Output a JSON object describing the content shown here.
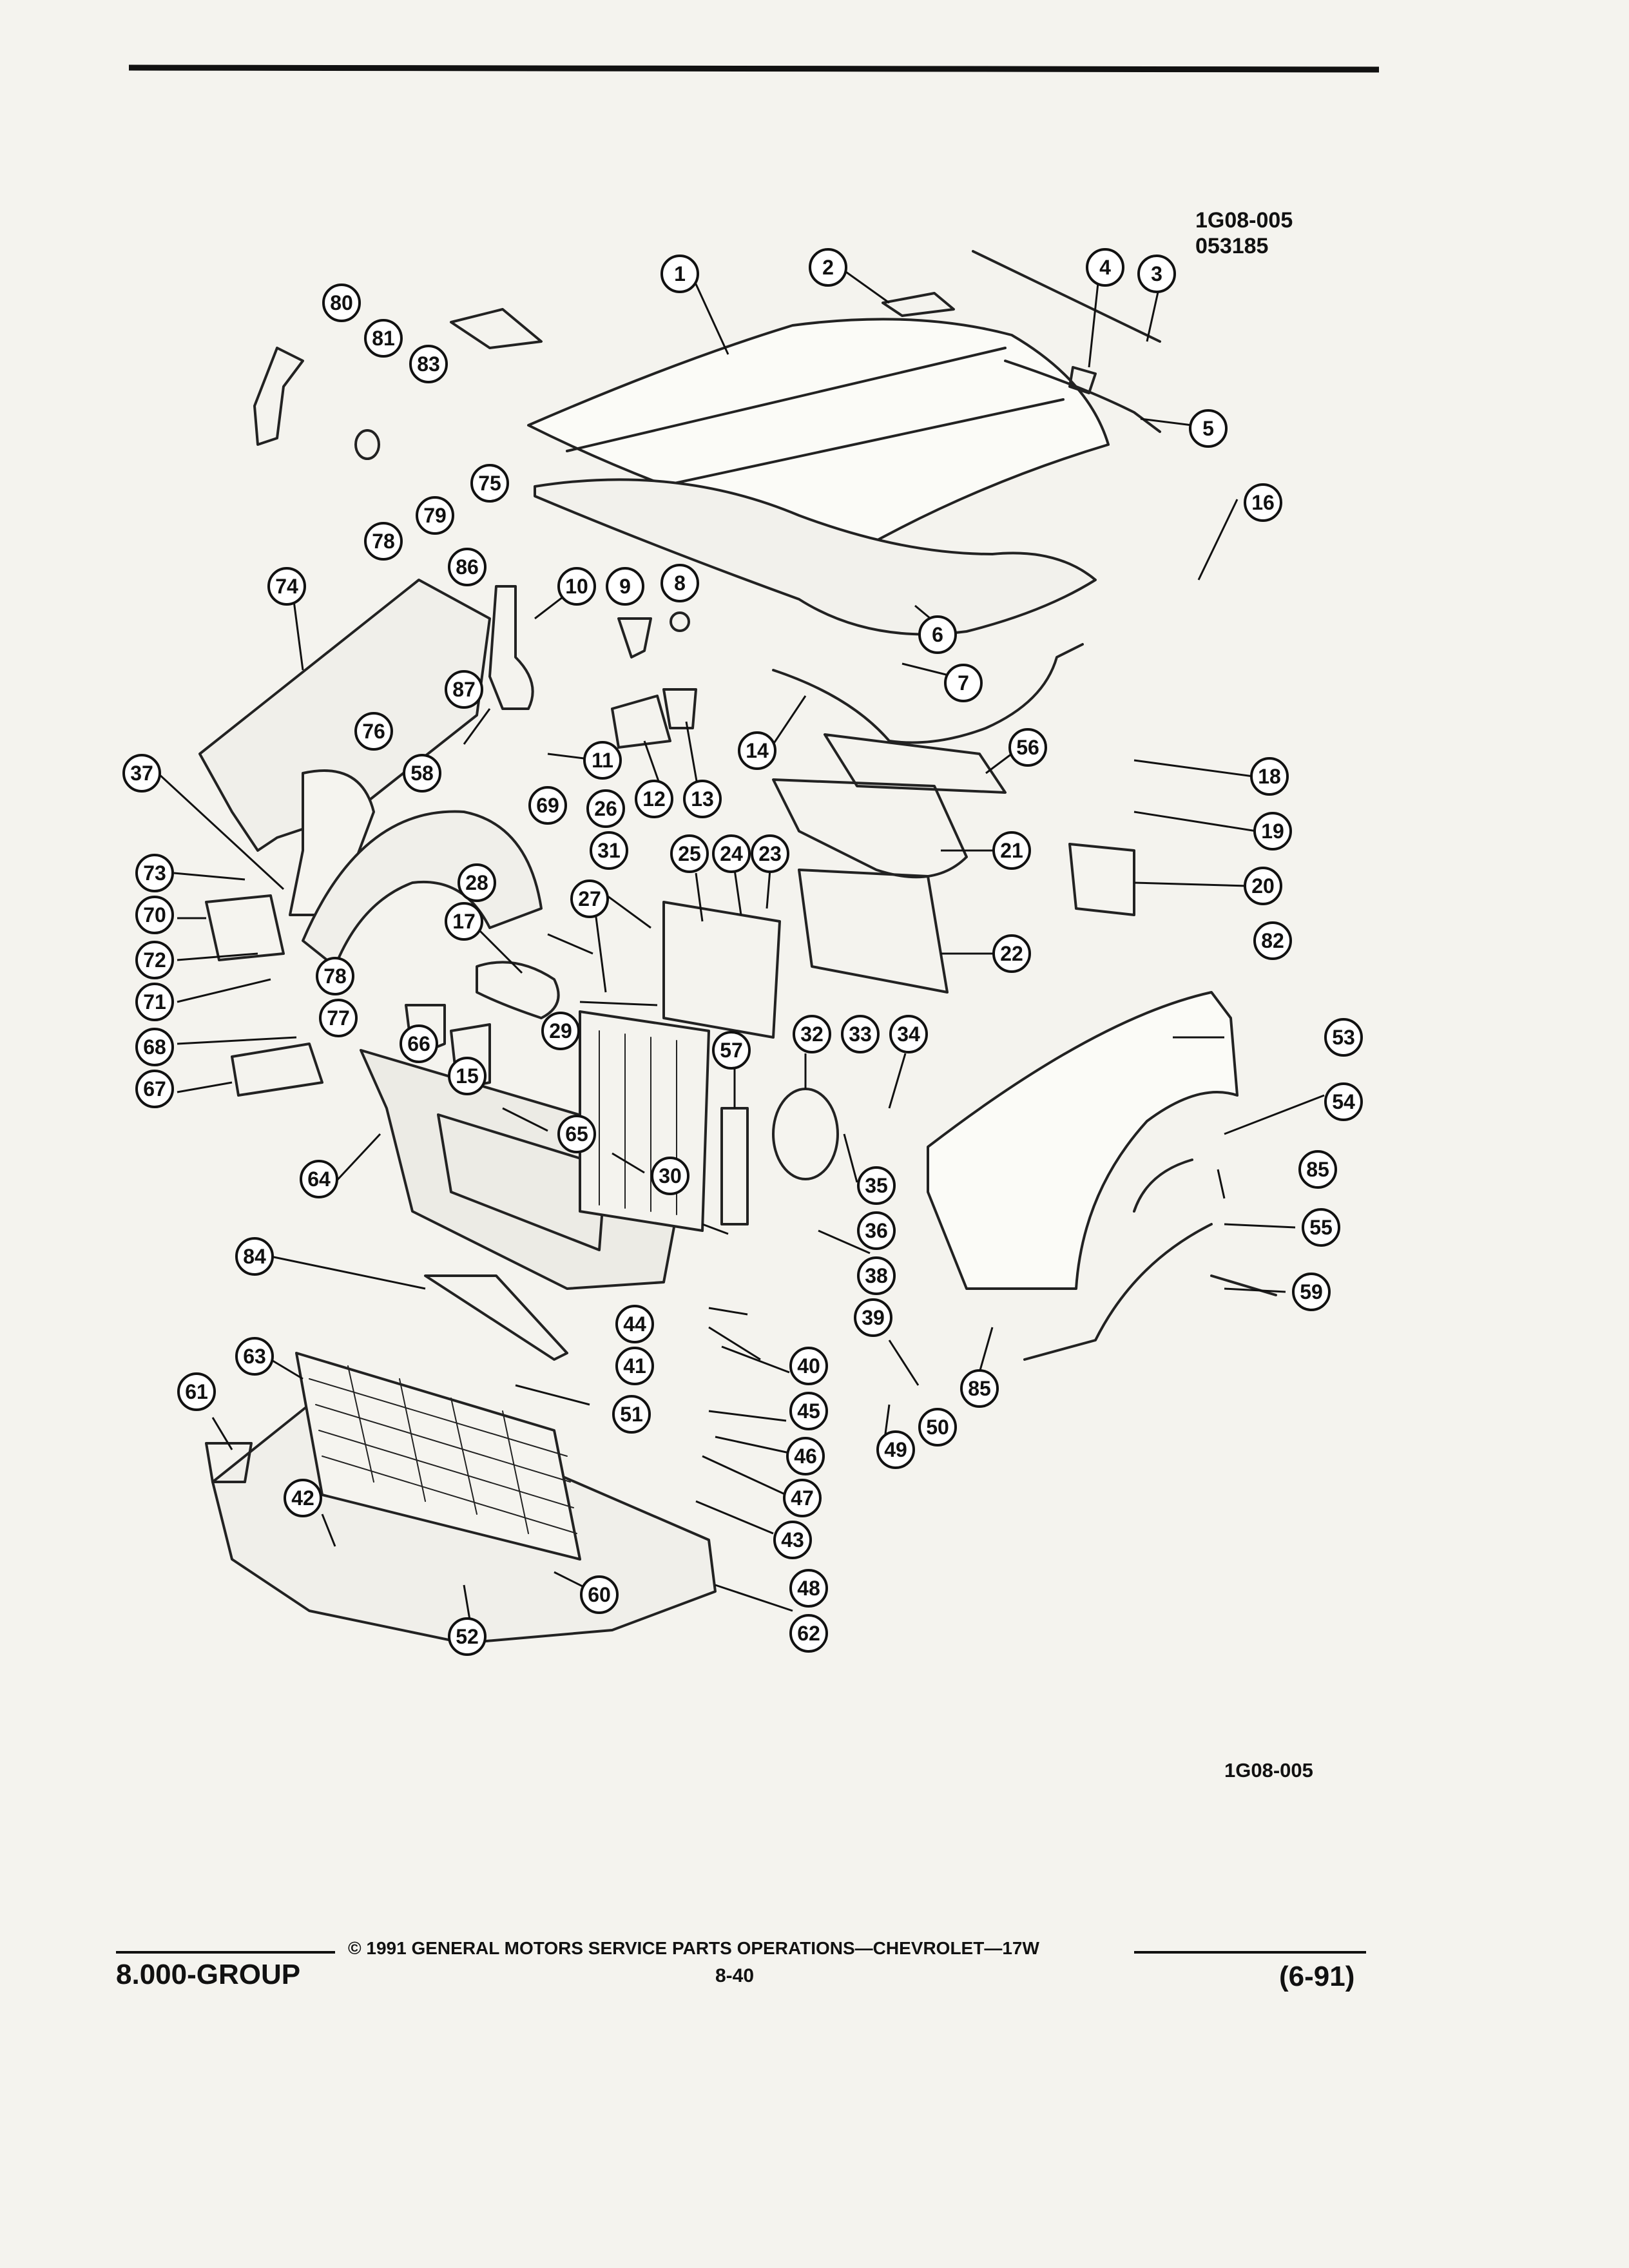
{
  "header": {
    "figure_code": "1G08-005",
    "figure_number": "053185"
  },
  "figure_code_bottom": "1G08-005",
  "footer": {
    "group": "8.000-GROUP",
    "copyright": "© 1991 GENERAL MOTORS SERVICE PARTS OPERATIONS—CHEVROLET—17W",
    "page_number": "8-40",
    "date_code": "(6-91)"
  },
  "callouts": [
    "1",
    "2",
    "3",
    "4",
    "5",
    "6",
    "7",
    "8",
    "9",
    "10",
    "11",
    "12",
    "13",
    "14",
    "15",
    "16",
    "17",
    "18",
    "19",
    "20",
    "21",
    "22",
    "23",
    "24",
    "25",
    "26",
    "27",
    "28",
    "29",
    "30",
    "31",
    "32",
    "33",
    "34",
    "35",
    "36",
    "37",
    "38",
    "39",
    "40",
    "41",
    "42",
    "43",
    "44",
    "45",
    "46",
    "47",
    "48",
    "49",
    "50",
    "51",
    "52",
    "53",
    "54",
    "55",
    "56",
    "57",
    "58",
    "59",
    "60",
    "61",
    "62",
    "63",
    "64",
    "65",
    "66",
    "67",
    "68",
    "69",
    "70",
    "71",
    "72",
    "73",
    "74",
    "75",
    "76",
    "77",
    "78",
    "78",
    "79",
    "80",
    "81",
    "82",
    "83",
    "84",
    "85",
    "85",
    "86",
    "87"
  ]
}
